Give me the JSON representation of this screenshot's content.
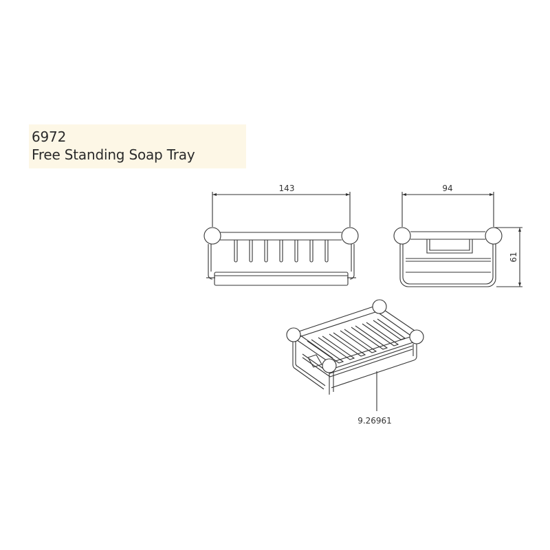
{
  "header": {
    "product_code": "6972",
    "product_name": "Free Standing Soap Tray"
  },
  "dimensions": {
    "width": "143",
    "depth": "94",
    "height": "61"
  },
  "part_label": "9.26961",
  "colors": {
    "header_background": "#fdf7e6",
    "line": "#333333"
  }
}
